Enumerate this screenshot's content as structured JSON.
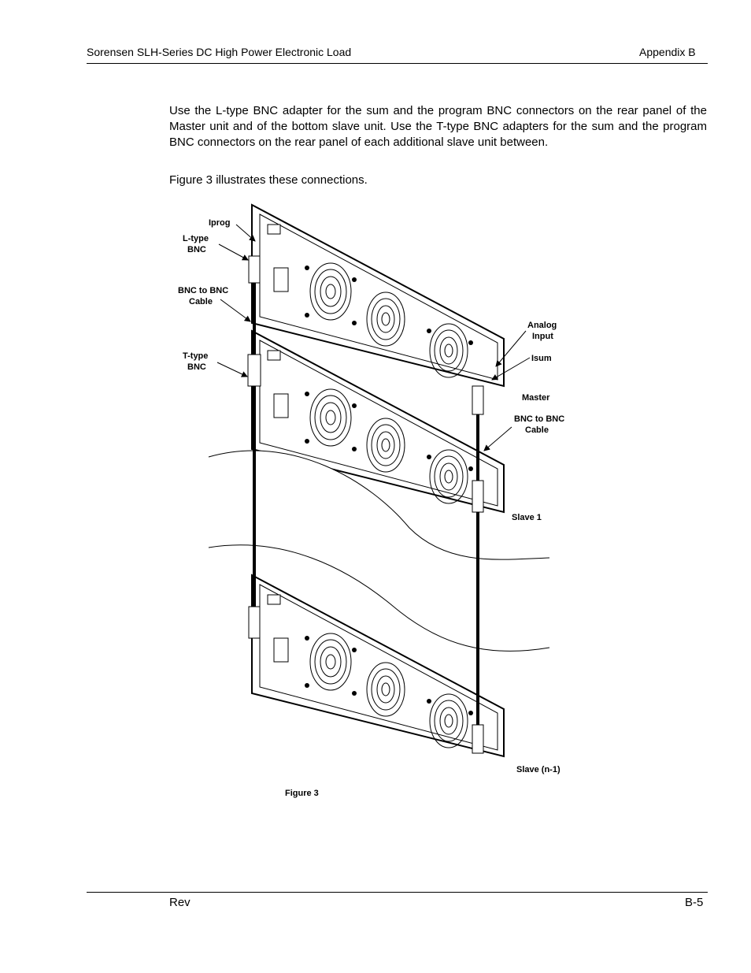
{
  "header": {
    "left": "Sorensen SLH-Series DC High Power Electronic Load",
    "right": "Appendix B"
  },
  "body": {
    "paragraph1": "Use the L-type BNC adapter for the  sum and the  program BNC connectors on the rear panel of the Master unit and of the bottom slave unit.  Use the T-type BNC adapters for the  sum and the  program BNC connectors on the rear panel of each additional slave unit between.",
    "paragraph2": "Figure 3 illustrates these connections."
  },
  "figure": {
    "caption": "Figure 3",
    "labels": {
      "iprog": "Iprog",
      "ltype_1": "L-type",
      "ltype_2": "BNC",
      "cable_left_1": "BNC to BNC",
      "cable_left_2": "Cable",
      "ttype_1": "T-type",
      "ttype_2": "BNC",
      "analog_1": "Analog",
      "analog_2": "Input",
      "isum": "Isum",
      "master": "Master",
      "cable_right_1": "BNC to BNC",
      "cable_right_2": "Cable",
      "slave1": "Slave 1",
      "slaven": "Slave (n-1)"
    }
  },
  "footer": {
    "left": "Rev",
    "right": "B-5"
  }
}
